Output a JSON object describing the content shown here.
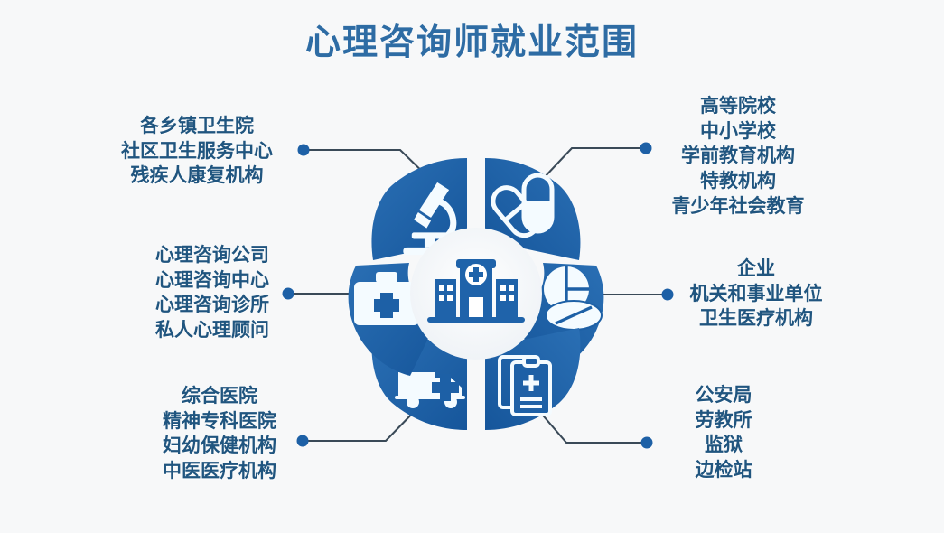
{
  "title": "心理咨询师就业范围",
  "colors": {
    "background": "#f7f8f9",
    "title_blue": "#2e6ca4",
    "label_blue": "#20557f",
    "petal_blue": "#1d60a6",
    "petal_blue_dark": "#17569b",
    "center_icon_blue": "#1f63aa",
    "connector_line": "#3a4a58",
    "connector_dot": "#1d60a6",
    "petal_icon": "#f4fbff"
  },
  "center": {
    "icon": "hospital-building-icon",
    "icon_label": "医院"
  },
  "petals": [
    {
      "position": "top-left",
      "icon": "microscope-icon",
      "icon_label": "显微镜"
    },
    {
      "position": "top-right",
      "icon": "capsule-pills-icon",
      "icon_label": "胶囊药片"
    },
    {
      "position": "middle-right",
      "icon": "tablet-pills-icon",
      "icon_label": "药片"
    },
    {
      "position": "bottom-right",
      "icon": "clipboard-medical-icon",
      "icon_label": "病历单"
    },
    {
      "position": "bottom-left",
      "icon": "ambulance-icon",
      "icon_label": "救护车"
    },
    {
      "position": "middle-left",
      "icon": "first-aid-kit-icon",
      "icon_label": "医药箱"
    }
  ],
  "labels": {
    "top_left": {
      "position": "top-left",
      "lines": [
        "各乡镇卫生院",
        "社区卫生服务中心",
        "残疾人康复机构"
      ]
    },
    "middle_left": {
      "position": "middle-left",
      "lines": [
        "心理咨询公司",
        "心理咨询中心",
        "心理咨询诊所",
        "私人心理顾问"
      ]
    },
    "bottom_left": {
      "position": "bottom-left",
      "lines": [
        "综合医院",
        "精神专科医院",
        "妇幼保健机构",
        "中医医疗机构"
      ]
    },
    "top_right": {
      "position": "top-right",
      "lines": [
        "高等院校",
        "中小学校",
        "学前教育机构",
        "特教机构",
        "青少年社会教育"
      ]
    },
    "middle_right": {
      "position": "middle-right",
      "lines": [
        "企业",
        "机关和事业单位",
        "卫生医疗机构"
      ]
    },
    "bottom_right": {
      "position": "bottom-right",
      "lines": [
        "公安局",
        "劳教所",
        "监狱",
        "边检站"
      ]
    }
  }
}
